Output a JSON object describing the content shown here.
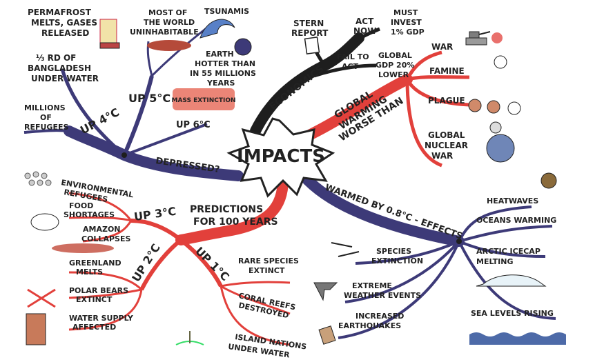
{
  "colors": {
    "blue": "#3d3a78",
    "red": "#e2403b",
    "black": "#1e1e1e",
    "center_fill": "#ffffff"
  },
  "center": {
    "title": "IMPACTS"
  },
  "branches": {
    "economics": "ECONOMICS",
    "global_warming": [
      "GLOBAL",
      "WARMING",
      "WORSE THAN"
    ],
    "warmed": "WARMED BY 0.8°C - EFFECTS",
    "predictions": [
      "PREDICTIONS",
      "FOR 100 YEARS"
    ],
    "depressed": "DEPRESSED?"
  },
  "economics_items": {
    "stern": [
      "STERN",
      "REPORT"
    ],
    "act_now": [
      "ACT",
      "NOW"
    ],
    "must_invest": [
      "MUST",
      "INVEST",
      "1% GDP"
    ],
    "fail_to_act": [
      "FAIL TO",
      "ACT"
    ],
    "global_gdp": [
      "GLOBAL",
      "GDP 20%",
      "LOWER"
    ]
  },
  "worse_items": {
    "war": "WAR",
    "famine": "FAMINE",
    "plague": "PLAGUE",
    "nuclear": [
      "GLOBAL",
      "NUCLEAR",
      "WAR"
    ]
  },
  "effects_items": {
    "heatwaves": "HEATWAVES",
    "oceans": "OCEANS WARMING",
    "arctic": [
      "ARCTIC ICECAP",
      "MELTING"
    ],
    "sea_levels": "SEA LEVELS RISING",
    "species": [
      "SPECIES",
      "EXTINCTION"
    ],
    "weather": [
      "EXTREME",
      "WEATHER EVENTS"
    ],
    "earthquakes": [
      "INCREASED",
      "EARTHQUAKES"
    ]
  },
  "up4_items": {
    "up4": "UP 4°C",
    "up5": "UP 5°C",
    "up6": "UP 6°C",
    "permafrost": [
      "PERMAFROST",
      "MELTS, GASES",
      "RELEASED"
    ],
    "uninhabitable": [
      "MOST OF",
      "THE WORLD",
      "UNINHABITABLE"
    ],
    "tsunamis": "TSUNAMIS",
    "earth_hotter": [
      "EARTH",
      "HOTTER THAN",
      "IN 55 MILLIONS",
      "YEARS"
    ],
    "bangladesh": [
      "⅓ RD OF",
      "BANGLADESH",
      "UNDER WATER"
    ],
    "refugees": [
      "MILLIONS",
      "OF",
      "REFUGEES"
    ],
    "extinction": "MASS EXTINCTION"
  },
  "predictions_items": {
    "up3": "UP 3°C",
    "up2": "UP 2°C",
    "up1": "UP 1°C",
    "env_refugees": [
      "ENVIRONMENTAL",
      "REFUGEES"
    ],
    "food": [
      "FOOD",
      "SHORTAGES"
    ],
    "amazon": [
      "AMAZON",
      "COLLAPSES"
    ],
    "greenland": [
      "GREENLAND",
      "MELTS"
    ],
    "polar": [
      "POLAR BEARS",
      "EXTINCT"
    ],
    "water": [
      "WATER SUPPLY",
      "AFFECTED"
    ],
    "rare": [
      "RARE SPECIES",
      "EXTINCT"
    ],
    "coral": [
      "CORAL REEFS",
      "DESTROYED"
    ],
    "island": [
      "ISLAND NATIONS",
      "UNDER WATER"
    ]
  }
}
